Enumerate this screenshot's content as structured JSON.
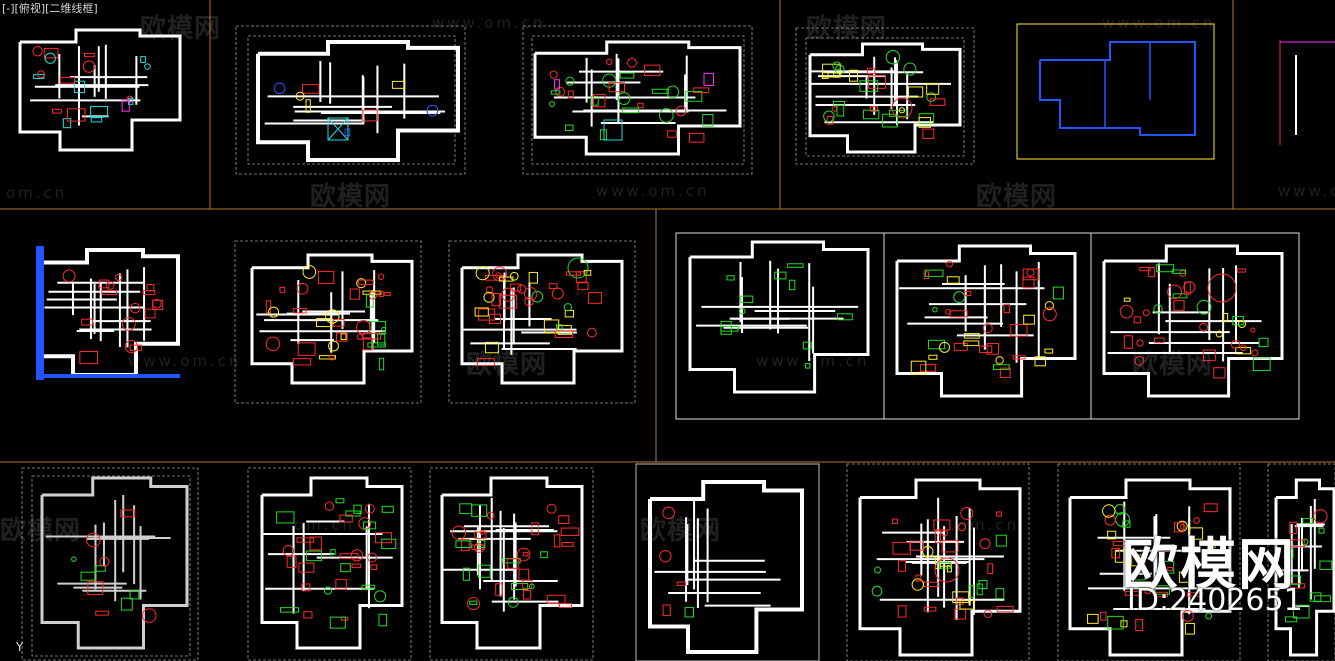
{
  "viewport": {
    "label": "[-][俯视][二维线框]",
    "ucs_axis": "Y"
  },
  "watermarks": {
    "brand": "欧模网",
    "url": "www.om.cn",
    "url_short": "om.cn",
    "url_cn": ".om.cn"
  },
  "stamp": {
    "brand": "欧模网",
    "id": "ID:2402651"
  },
  "colors": {
    "background": "#000000",
    "frame_orange": "#b8762c",
    "wall_white": "#ffffff",
    "red": "#ff2a2a",
    "green": "#22dd22",
    "yellow": "#ffee22",
    "blue": "#2255ff",
    "cyan": "#22dddd",
    "magenta": "#ff33ff",
    "grey": "#9a9a9a"
  }
}
